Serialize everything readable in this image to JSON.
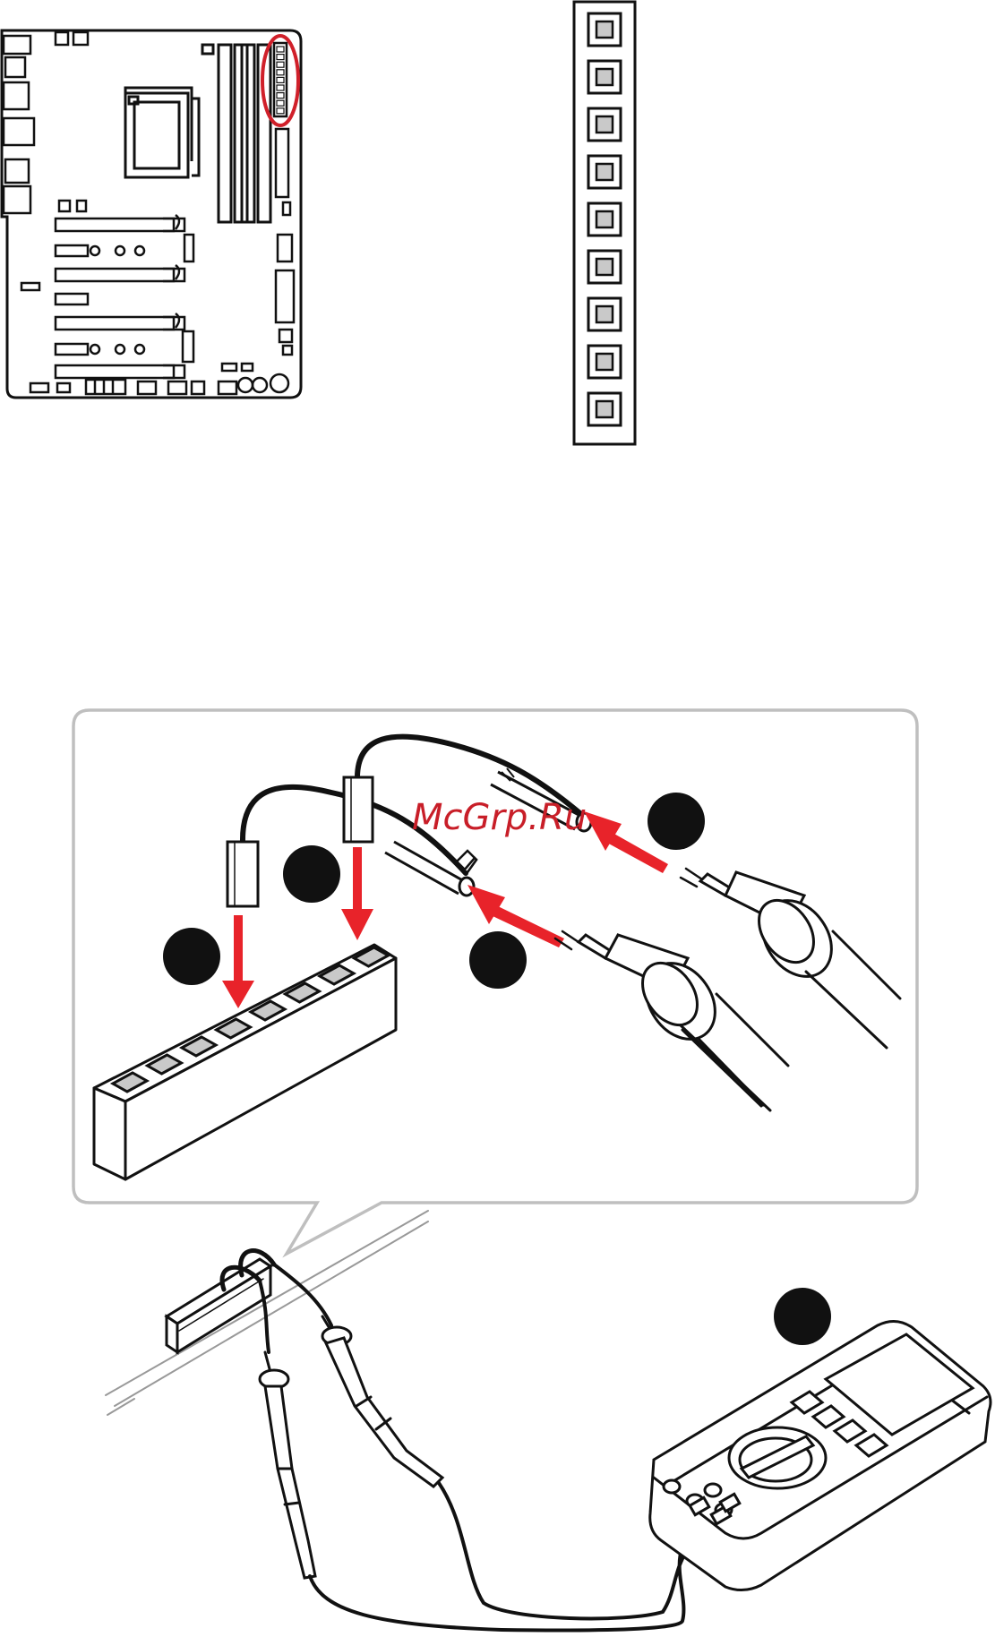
{
  "watermark": "McGrp.Ru",
  "colors": {
    "line": "#111111",
    "arrow": "#e8232a",
    "highlight": "#d0202a",
    "pin": "#c9c9c9",
    "watermark": "#c81e28",
    "panel_border": "#bfbfbf",
    "step_circle": "#111111"
  },
  "header_pin_count": 9,
  "callout_pin_count": 8
}
